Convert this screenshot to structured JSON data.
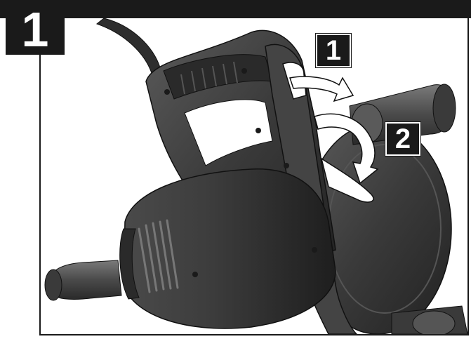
{
  "step": {
    "number": "1"
  },
  "callouts": [
    {
      "label": "1"
    },
    {
      "label": "2"
    }
  ],
  "colors": {
    "border": "#1a1a1a",
    "tool_body": "#3a3a3a",
    "tool_highlight": "#6a6a6a",
    "arrow_fill": "#ffffff"
  }
}
